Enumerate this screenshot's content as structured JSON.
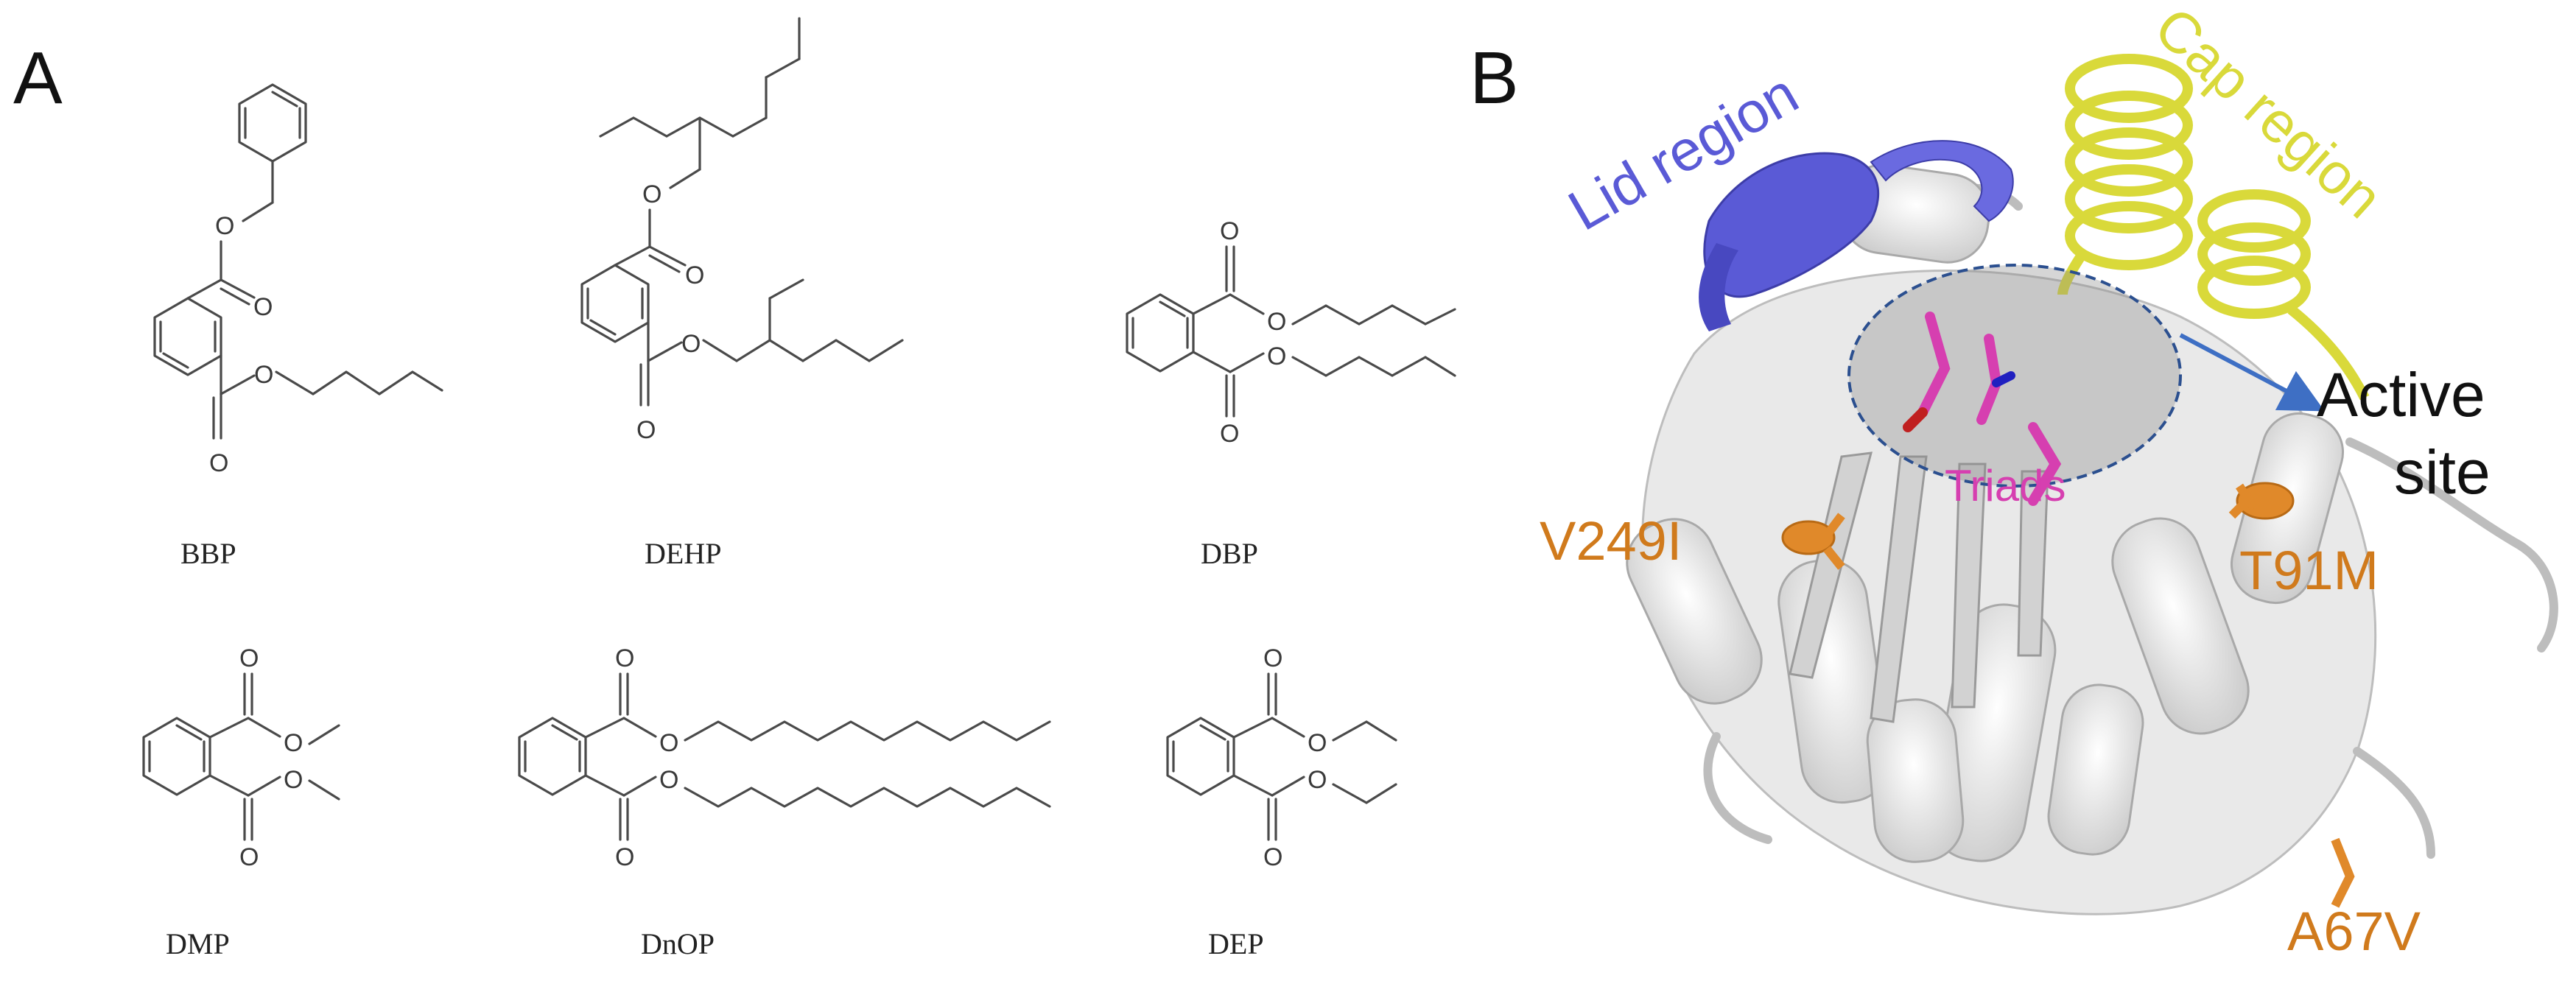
{
  "panels": {
    "a": {
      "letter": "A"
    },
    "b": {
      "letter": "B"
    }
  },
  "molecules": [
    {
      "id": "bbp",
      "name": "BBP"
    },
    {
      "id": "dehp",
      "name": "DEHP"
    },
    {
      "id": "dbp",
      "name": "DBP"
    },
    {
      "id": "dmp",
      "name": "DMP"
    },
    {
      "id": "dnop",
      "name": "DnOP"
    },
    {
      "id": "dep",
      "name": "DEP"
    }
  ],
  "atoms": {
    "oxygen": "O"
  },
  "protein": {
    "lid_label": "Lid region",
    "cap_label": "Cap region",
    "active_site_line1": "Active",
    "active_site_line2": "site",
    "triads_label": "Triads",
    "mutations": [
      "V249I",
      "T91M",
      "A67V"
    ]
  },
  "colors": {
    "lid": "#5a5ad6",
    "cap": "#d9d93a",
    "triads": "#d63fb0",
    "mutation": "#d07a1c",
    "arrow": "#3e6fc4",
    "protein": "#e6e6e6"
  }
}
